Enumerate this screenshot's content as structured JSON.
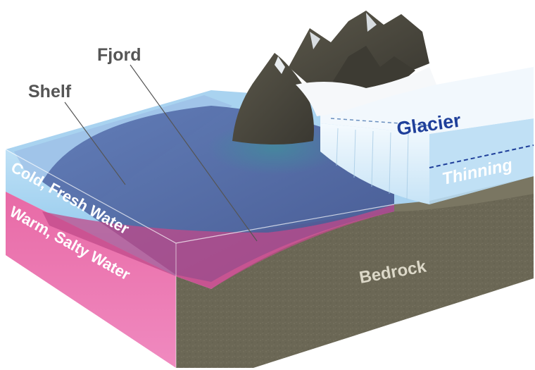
{
  "diagram": {
    "labels": {
      "fjord": "Fjord",
      "shelf": "Shelf",
      "glacier": "Glacier",
      "thinning": "Thinning",
      "cold_fresh_water": "Cold, Fresh Water",
      "warm_salty_water": "Warm, Salty Water",
      "bedrock": "Bedrock"
    },
    "colors": {
      "cold_water": "#8ec8ec",
      "warm_water": "#e0619e",
      "deep_fjord_water": "#4a5f9a",
      "glacier_ice": "#e6f3fc",
      "glacier_label": "#1f3f9a",
      "bedrock": "#6a6654",
      "mountain_rock": "#4a483f",
      "label_text": "#555555"
    }
  }
}
